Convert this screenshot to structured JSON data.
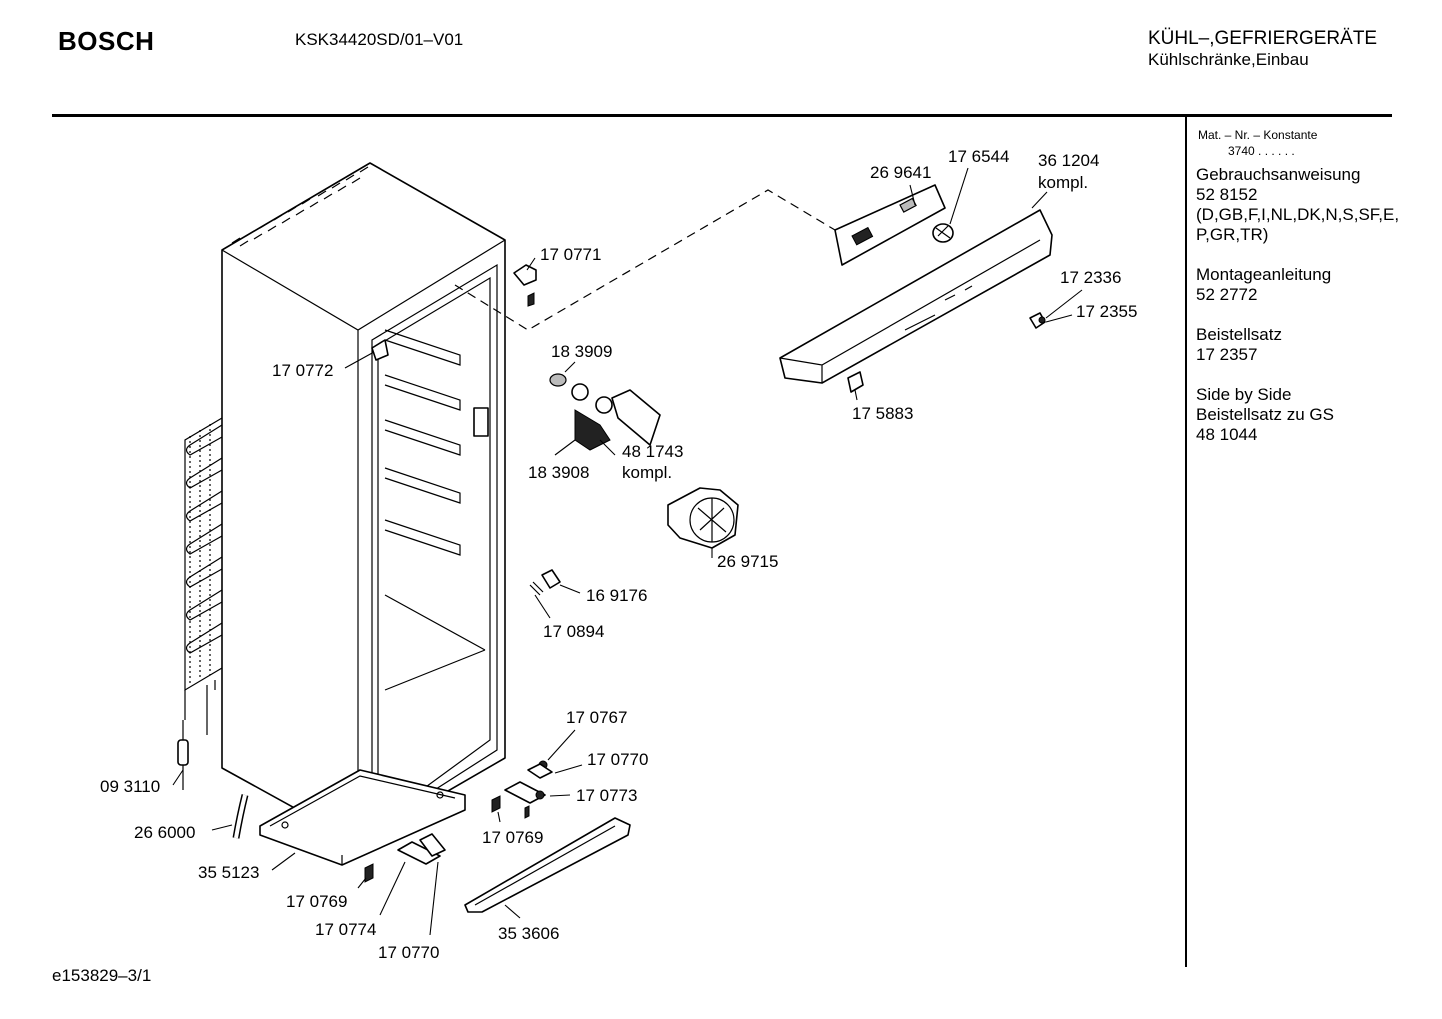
{
  "header": {
    "brand": "BOSCH",
    "model": "KSK34420SD/01–V01",
    "category_line1": "KÜHL–,GEFRIERGERÄTE",
    "category_line2": "Kühlschränke,Einbau"
  },
  "sidebar": {
    "mat_title": "Mat. – Nr. – Konstante",
    "mat_value": "3740  .  .  .  .  .  .",
    "blocks": [
      {
        "lines": [
          "Gebrauchsanweisung",
          "52 8152",
          "(D,GB,F,I,NL,DK,N,S,SF,E,",
          "P,GR,TR)"
        ]
      },
      {
        "lines": [
          "Montageanleitung",
          "52 2772"
        ]
      },
      {
        "lines": [
          "Beistellsatz",
          "17 2357"
        ]
      },
      {
        "lines": [
          "Side by Side",
          "Beistellsatz zu GS",
          "48 1044"
        ]
      }
    ]
  },
  "parts": [
    {
      "id": "p170771",
      "label": "17 0771"
    },
    {
      "id": "p170772",
      "label": "17 0772"
    },
    {
      "id": "p269641",
      "label": "26 9641"
    },
    {
      "id": "p176544",
      "label": "17 6544"
    },
    {
      "id": "p361204",
      "label": "36 1204",
      "sub": "kompl."
    },
    {
      "id": "p172336",
      "label": "17 2336"
    },
    {
      "id": "p172355",
      "label": "17 2355"
    },
    {
      "id": "p175883",
      "label": "17 5883"
    },
    {
      "id": "p183909",
      "label": "18 3909"
    },
    {
      "id": "p481743",
      "label": "48 1743",
      "sub": "kompl."
    },
    {
      "id": "p183908",
      "label": "18 3908"
    },
    {
      "id": "p269715",
      "label": "26 9715"
    },
    {
      "id": "p169176",
      "label": "16 9176"
    },
    {
      "id": "p170894",
      "label": "17 0894"
    },
    {
      "id": "p170767",
      "label": "17 0767"
    },
    {
      "id": "p170770a",
      "label": "17 0770"
    },
    {
      "id": "p170773",
      "label": "17 0773"
    },
    {
      "id": "p170769a",
      "label": "17 0769"
    },
    {
      "id": "p093110",
      "label": "09 3110"
    },
    {
      "id": "p266000",
      "label": "26 6000"
    },
    {
      "id": "p355123",
      "label": "35 5123"
    },
    {
      "id": "p170769b",
      "label": "17 0769"
    },
    {
      "id": "p170774",
      "label": "17 0774"
    },
    {
      "id": "p170770b",
      "label": "17 0770"
    },
    {
      "id": "p353606",
      "label": "35 3606"
    }
  ],
  "footer": {
    "code": "e153829–3/1"
  }
}
